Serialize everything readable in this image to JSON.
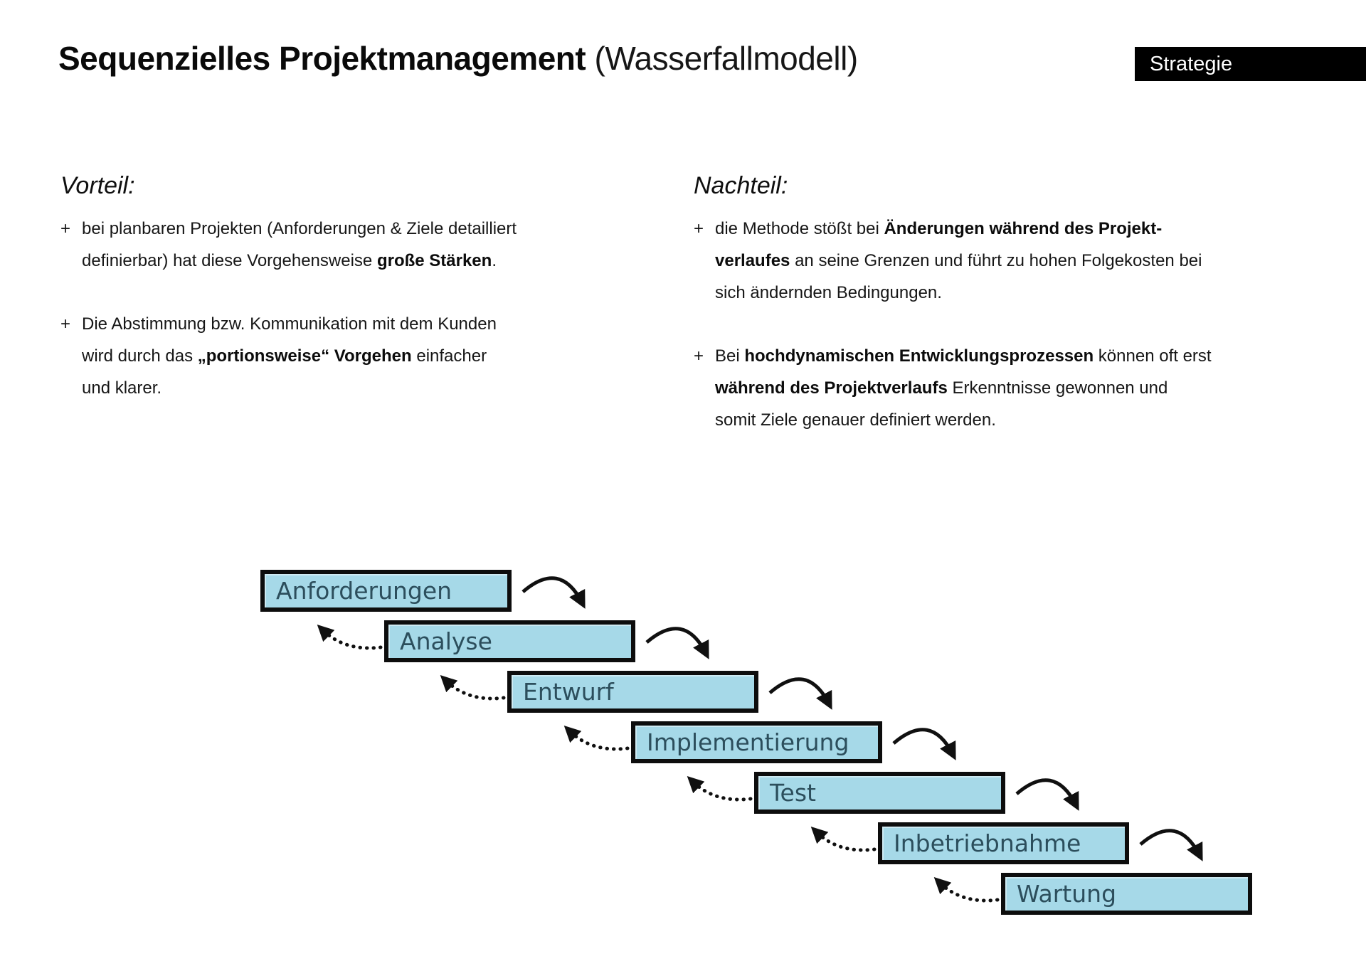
{
  "slide": {
    "title": "Sequenzielles Projektmanagement",
    "title_suffix": "(Wasserfallmodell)",
    "category_tag": "Strategie"
  },
  "advantages": {
    "heading": "Vorteil:",
    "marker": "+",
    "items": [
      [
        {
          "t": "bei planbaren Projekten (Anforderungen & Ziele detailliert"
        },
        {
          "br": true
        },
        {
          "t": "definierbar) hat diese Vorgehensweise "
        },
        {
          "t": "große Stärken",
          "b": true
        },
        {
          "t": "."
        }
      ],
      [
        {
          "t": "Die Abstimmung bzw. Kommunikation mit dem Kunden"
        },
        {
          "br": true
        },
        {
          "t": "wird durch das "
        },
        {
          "t": "„portionsweise“ Vorgehen",
          "b": true
        },
        {
          "t": " einfacher"
        },
        {
          "br": true
        },
        {
          "t": "und klarer."
        }
      ]
    ]
  },
  "disadvantages": {
    "heading": "Nachteil:",
    "marker": "+",
    "items": [
      [
        {
          "t": "die Methode stößt bei "
        },
        {
          "t": "Änderungen während des Projekt-",
          "b": true
        },
        {
          "br": true
        },
        {
          "t": "verlaufes",
          "b": true
        },
        {
          "t": " an seine Grenzen und führt zu hohen Folgekosten bei"
        },
        {
          "br": true
        },
        {
          "t": "sich ändernden Bedingungen."
        }
      ],
      [
        {
          "t": "Bei "
        },
        {
          "t": "hochdynamischen Entwicklungsprozessen",
          "b": true
        },
        {
          "t": " können oft erst"
        },
        {
          "br": true
        },
        {
          "t": "während des Projektverlaufs",
          "b": true
        },
        {
          "t": " Erkenntnisse gewonnen und"
        },
        {
          "br": true
        },
        {
          "t": "somit Ziele genauer definiert werden."
        }
      ]
    ]
  },
  "diagram": {
    "type": "waterfall-process",
    "steps": [
      {
        "label": "Anforderungen"
      },
      {
        "label": "Analyse"
      },
      {
        "label": "Entwurf"
      },
      {
        "label": "Implementierung"
      },
      {
        "label": "Test"
      },
      {
        "label": "Inbetriebnahme"
      },
      {
        "label": "Wartung"
      }
    ],
    "forward_flow": "solid curved arrow from each step to the next",
    "feedback_flow": "dotted curved arrow from each step back to the previous",
    "colors": {
      "box_fill": "#a6d9e8",
      "box_border": "#0d0d0d",
      "label_text": "#2c4e5c",
      "arrow": "#101010",
      "tag_bg": "#000000",
      "tag_text": "#ffffff"
    }
  }
}
